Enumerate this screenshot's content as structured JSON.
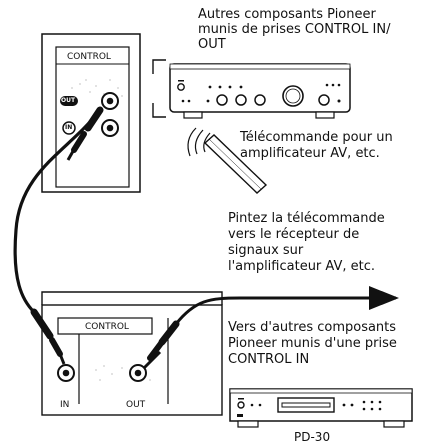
{
  "texts": {
    "top_components": [
      "Autres composants Pioneer",
      "munis de prises CONTROL IN/",
      "OUT"
    ],
    "remote": [
      "Télécommande pour un",
      "amplificateur AV, etc."
    ],
    "point_remote": [
      "Pintez la télécommande",
      "vers le récepteur de",
      "signaux sur",
      "l'amplificateur AV, etc."
    ],
    "other_components": [
      "Vers d'autres composants",
      "Pioneer munis d'une prise",
      "CONTROL IN"
    ],
    "model": "PD-30"
  },
  "panel_top": {
    "title": "CONTROL",
    "out_label": "OUT",
    "in_label": "IN"
  },
  "panel_bottom": {
    "title": "CONTROL",
    "in_label": "IN",
    "out_label": "OUT"
  },
  "colors": {
    "ink": "#111111",
    "background": "#ffffff"
  },
  "icons": [
    "remote-control-icon",
    "infrared-signal-icon",
    "amplifier-icon",
    "cd-player-icon",
    "arrow-right-icon"
  ]
}
